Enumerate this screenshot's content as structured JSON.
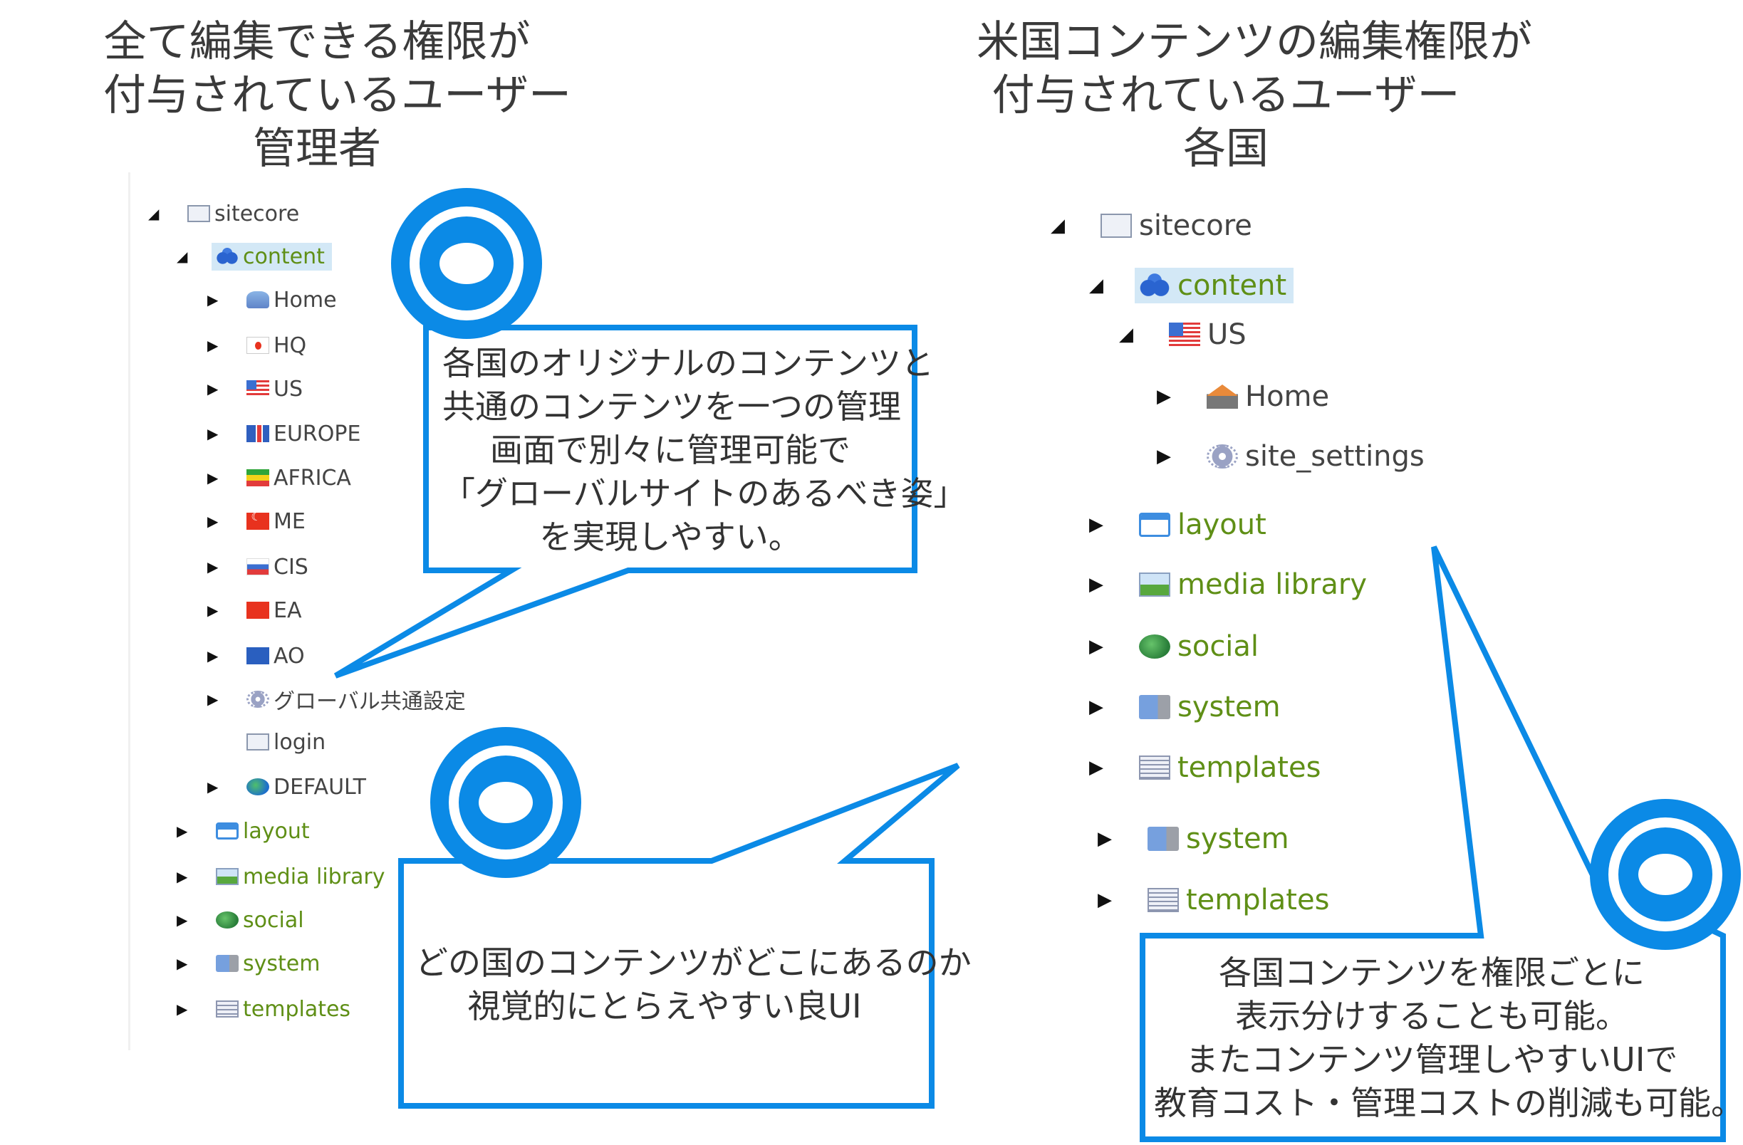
{
  "left": {
    "title_lines": [
      "全て編集できる権限が",
      "付与されているユーザー",
      "管理者"
    ],
    "tree": {
      "root": "sitecore",
      "content": "content",
      "children": [
        "Home",
        "HQ",
        "US",
        "EUROPE",
        "AFRICA",
        "ME",
        "CIS",
        "EA",
        "AO",
        "グローバル共通設定",
        "login",
        "DEFAULT"
      ],
      "siblings": [
        "layout",
        "media library",
        "social",
        "system",
        "templates"
      ]
    }
  },
  "right": {
    "title_lines": [
      "米国コンテンツの編集権限が",
      "付与されているユーザー",
      "各国"
    ],
    "tree": {
      "root": "sitecore",
      "content": "content",
      "country": "US",
      "country_children": [
        "Home",
        "site_settings"
      ],
      "siblings": [
        "layout",
        "media library",
        "social",
        "system",
        "templates",
        "system",
        "templates"
      ]
    }
  },
  "callouts": [
    {
      "lines": [
        "各国のオリジナルのコンテンツと",
        "共通のコンテンツを一つの管理",
        "画面で別々に管理可能で",
        "「グローバルサイトのあるべき姿」",
        "を実現しやすい。"
      ]
    },
    {
      "lines": [
        "どの国のコンテンツがどこにあるのか",
        "視覚的にとらえやすい良UI"
      ]
    },
    {
      "lines": [
        "各国コンテンツを権限ごとに",
        "表示分けすることも可能。",
        "またコンテンツ管理しやすいUIで",
        "教育コスト・管理コストの削減も可能。"
      ]
    }
  ],
  "colors": {
    "accent": "#0b8ae6",
    "selected": "#d3e8f6",
    "item_green": "#5f8f16"
  }
}
